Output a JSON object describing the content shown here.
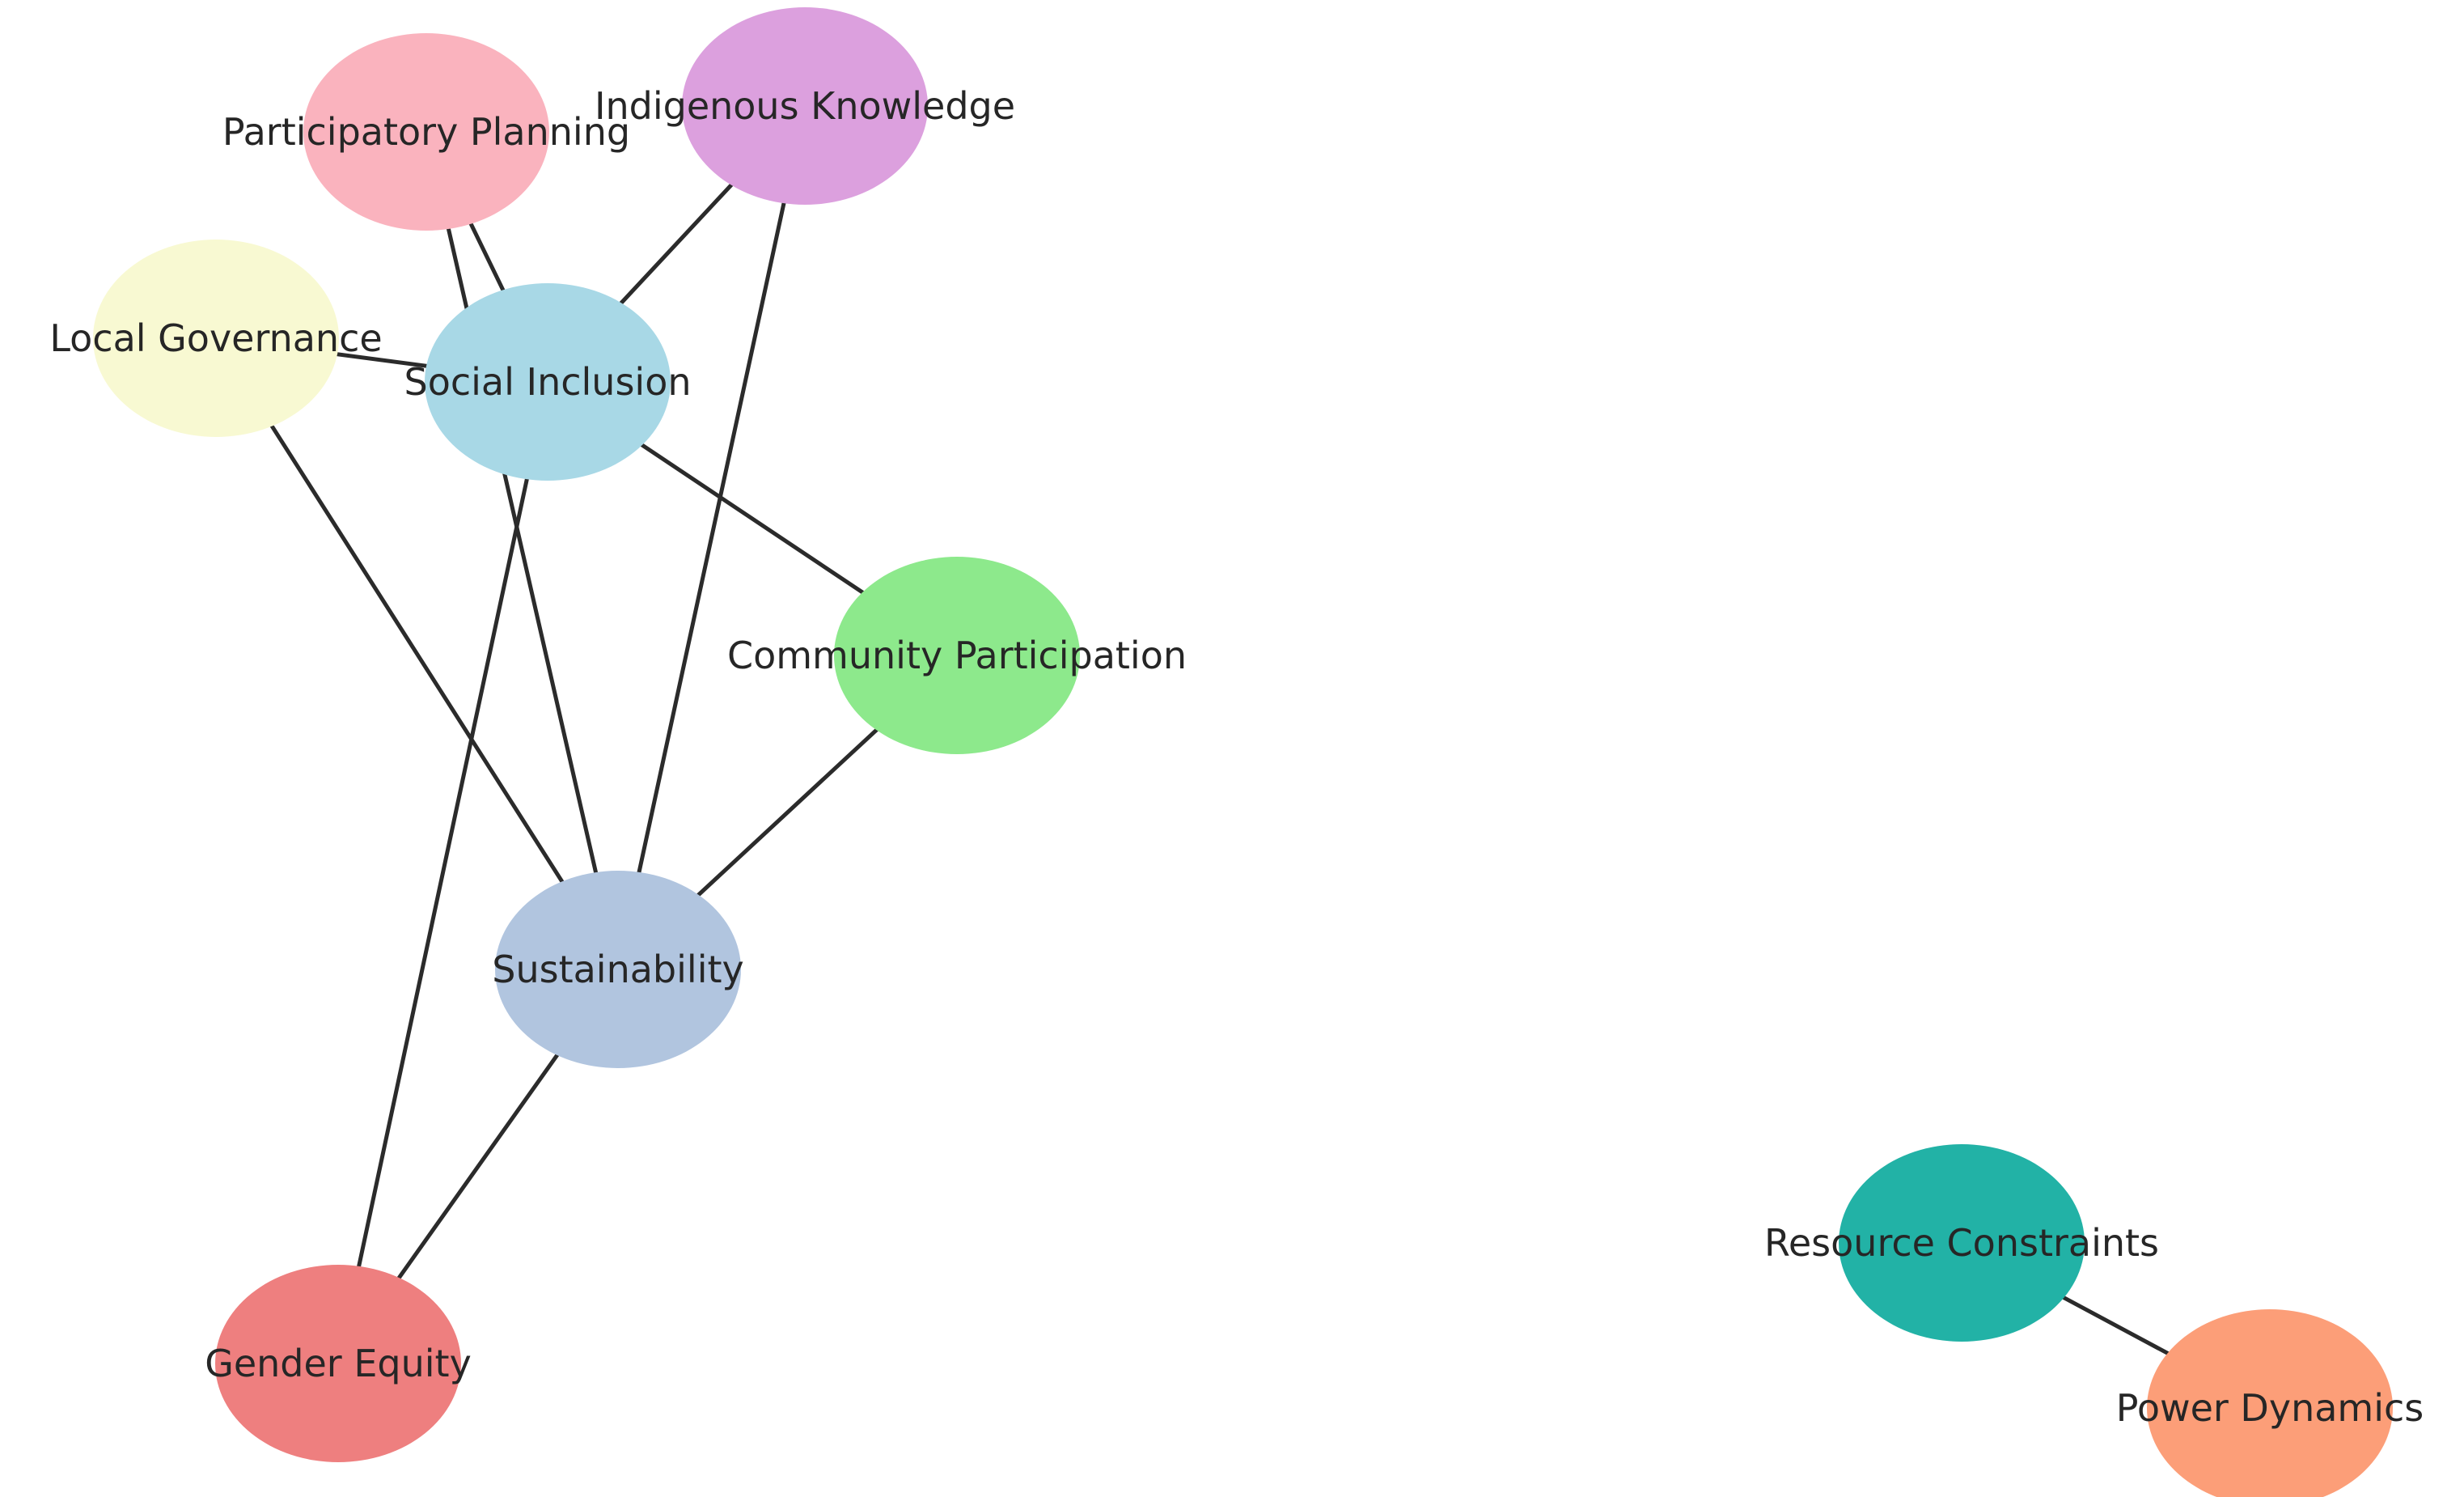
{
  "diagram": {
    "nodes": [
      {
        "id": "participatory_planning",
        "label": "Participatory Planning",
        "color": "#fab3be"
      },
      {
        "id": "indigenous_knowledge",
        "label": "Indigenous Knowledge",
        "color": "#dca0de"
      },
      {
        "id": "local_governance",
        "label": "Local Governance",
        "color": "#f8f9d2"
      },
      {
        "id": "social_inclusion",
        "label": "Social Inclusion",
        "color": "#a8d8e6"
      },
      {
        "id": "community_participation",
        "label": "Community Participation",
        "color": "#8de98c"
      },
      {
        "id": "sustainability",
        "label": "Sustainability",
        "color": "#b1c5df"
      },
      {
        "id": "gender_equity",
        "label": "Gender Equity",
        "color": "#ee7f7f"
      },
      {
        "id": "resource_constraints",
        "label": "Resource Constraints",
        "color": "#22b2a6"
      },
      {
        "id": "power_dynamics",
        "label": "Power Dynamics",
        "color": "#fc9e78"
      }
    ],
    "edges": [
      [
        "participatory_planning",
        "social_inclusion"
      ],
      [
        "participatory_planning",
        "sustainability"
      ],
      [
        "indigenous_knowledge",
        "social_inclusion"
      ],
      [
        "indigenous_knowledge",
        "sustainability"
      ],
      [
        "local_governance",
        "social_inclusion"
      ],
      [
        "local_governance",
        "sustainability"
      ],
      [
        "social_inclusion",
        "community_participation"
      ],
      [
        "social_inclusion",
        "gender_equity"
      ],
      [
        "community_participation",
        "sustainability"
      ],
      [
        "sustainability",
        "gender_equity"
      ],
      [
        "resource_constraints",
        "power_dynamics"
      ]
    ],
    "edge_color": "#2b2b2b"
  }
}
